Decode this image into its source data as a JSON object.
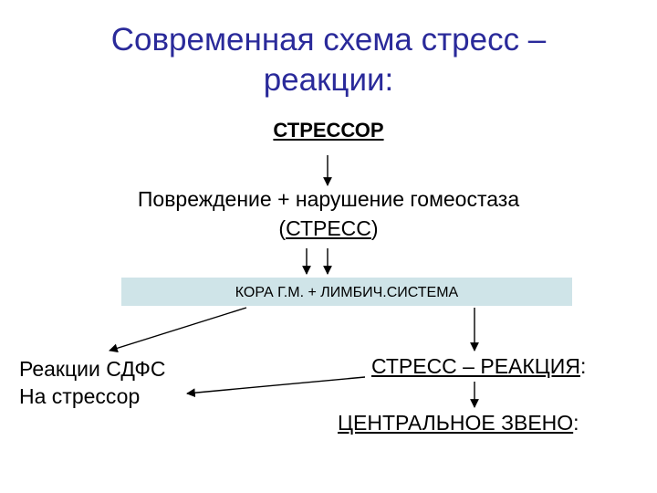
{
  "title": {
    "line1": "Современная схема стресс –",
    "line2": "реакции:"
  },
  "nodes": {
    "stressor": "СТРЕССОР",
    "damage": "Повреждение + нарушение гомеостаза",
    "stress": "СТРЕСС",
    "stress_open": "(",
    "stress_close": ")",
    "cortex": "КОРА Г.М. + ЛИМБИЧ.СИСТЕМА",
    "sdfs_line1": "Реакции СДФС",
    "sdfs_line2": "На стрессор",
    "reaction": "СТРЕСС – РЕАКЦИЯ",
    "reaction_colon": ":",
    "central": "ЦЕНТРАЛЬНОЕ ЗВЕНО",
    "central_colon": ":"
  },
  "colors": {
    "title": "#2a2a9a",
    "cortex_box": "#cfe4e8"
  }
}
